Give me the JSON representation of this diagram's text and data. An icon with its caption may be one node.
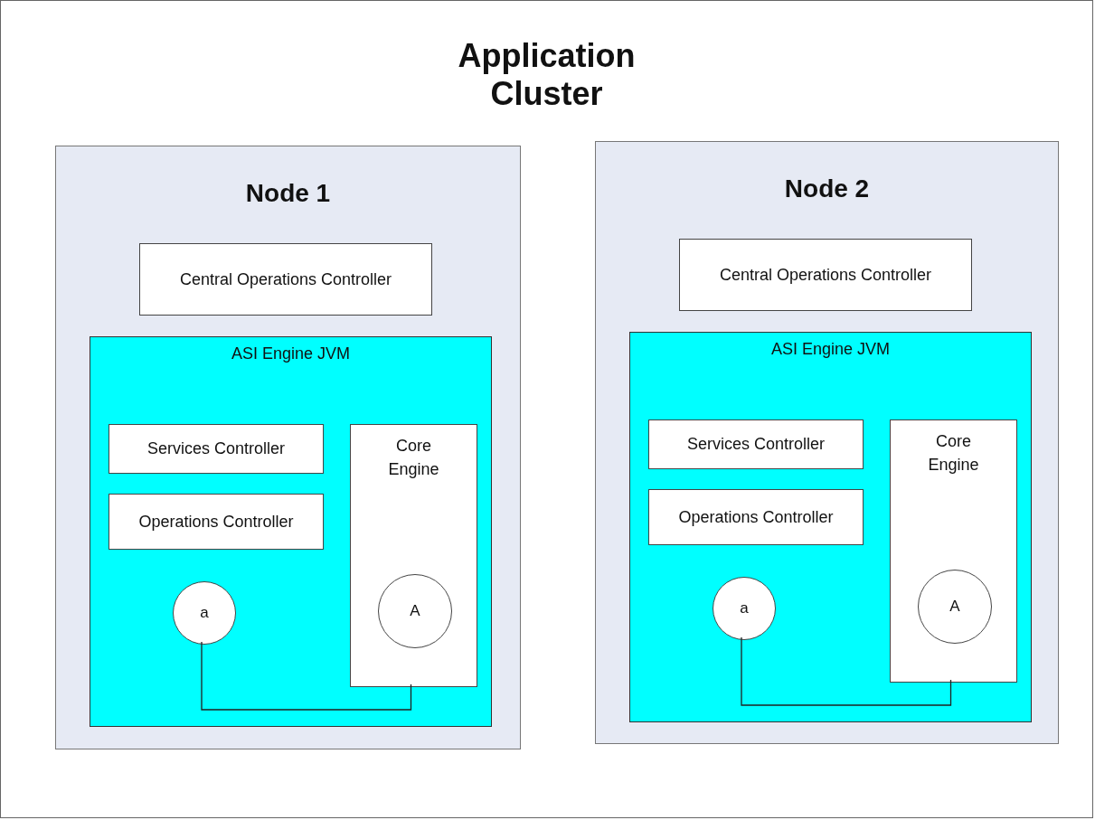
{
  "diagram": {
    "nodes": [
      {
        "text": [
          "Application Cluster"
        ]
      },
      {
        "text": [
          "Node 1"
        ],
        "in": 0
      },
      {
        "text": [
          "Central Operations Controller"
        ],
        "in": 1
      },
      {
        "text": [
          "ASI Engine JVM"
        ],
        "in": 1
      },
      {
        "text": [
          "Services Controller"
        ],
        "in": 3
      },
      {
        "text": [
          "Operations Controller"
        ],
        "in": 3
      },
      {
        "text": [
          "Core Engine"
        ],
        "in": 3
      },
      {
        "text": [
          "a"
        ],
        "in": 3
      },
      {
        "text": [
          "A"
        ],
        "in": 6
      },
      {
        "text": [
          "Node 2"
        ],
        "in": 0
      },
      {
        "text": [
          "Central Operations Controller"
        ],
        "in": 9
      },
      {
        "text": [
          "ASI Engine JVM"
        ],
        "in": 9
      },
      {
        "text": [
          "Services Controller"
        ],
        "in": 11
      },
      {
        "text": [
          "Operations Controller"
        ],
        "in": 11
      },
      {
        "text": [
          "Core Engine"
        ],
        "in": 11
      },
      {
        "text": [
          "a"
        ],
        "in": 11
      },
      {
        "text": [
          "A"
        ],
        "in": 14
      }
    ],
    "edges": [
      {
        "from": 7,
        "to": 6,
        "arrow": "none"
      },
      {
        "from": 15,
        "to": 14,
        "arrow": "none"
      }
    ]
  }
}
